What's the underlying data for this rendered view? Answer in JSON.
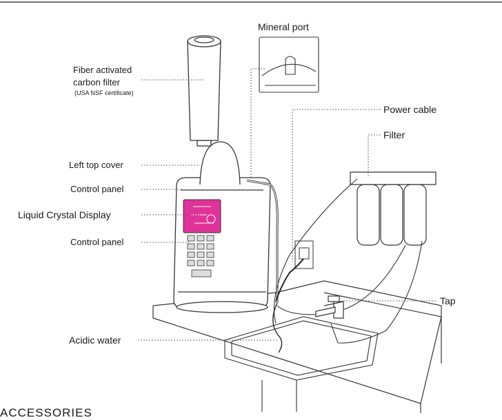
{
  "labels": {
    "fiber_line1": "Fiber activated",
    "fiber_line2": "carbon filter",
    "fiber_cert": "(USA NSF certificate)",
    "mineral_port": "Mineral port",
    "power_cable": "Power cable",
    "filter": "Filter",
    "left_top_cover": "Left top cover",
    "control_panel_top": "Control panel",
    "lcd": "Liquid Crystal Display",
    "control_panel_bottom": "Control panel",
    "tap": "Tap",
    "acidic_water": "Acidic water"
  },
  "section_heading": "ACCESSORIES",
  "colors": {
    "line": "#333333",
    "display": "#e0339a",
    "body": "#ffffff"
  }
}
